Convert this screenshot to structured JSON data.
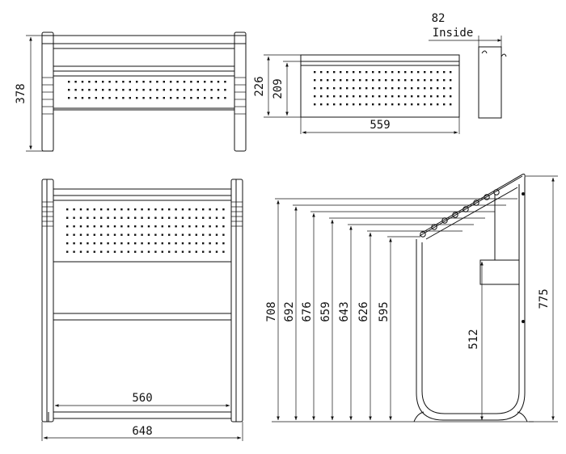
{
  "top_view": {
    "depth_label": "378"
  },
  "panel_view": {
    "height_outer": "226",
    "height_inner": "209",
    "width_label": "559"
  },
  "section_detail": {
    "value_label": "82",
    "note_label": "Inside"
  },
  "front_view": {
    "inner_width_label": "560",
    "outer_width_label": "648"
  },
  "side_view": {
    "tier_labels": [
      "708",
      "692",
      "676",
      "659",
      "643",
      "626",
      "595"
    ],
    "inner_height_label": "512",
    "total_height_label": "775"
  }
}
